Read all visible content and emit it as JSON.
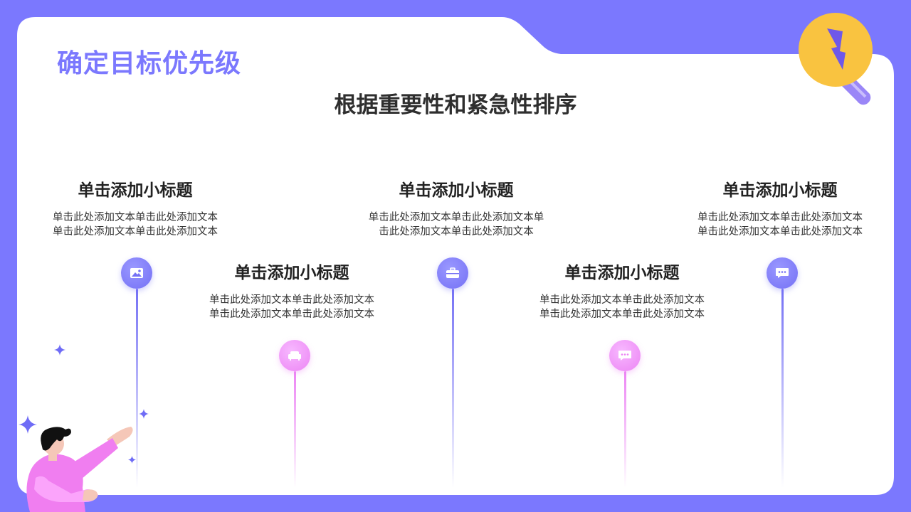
{
  "header": {
    "title": "确定目标优先级",
    "subtitle": "根据重要性和紧急性排序"
  },
  "items": [
    {
      "title": "单击添加小标题",
      "desc": "单击此处添加文本单击此处添加文本单击此处添加文本单击此处添加文本",
      "icon": "image-icon",
      "color": "#7470f5"
    },
    {
      "title": "单击添加小标题",
      "desc": "单击此处添加文本单击此处添加文本单击此处添加文本单击此处添加文本",
      "icon": "sofa-icon",
      "color": "#ec84f4"
    },
    {
      "title": "单击添加小标题",
      "desc": "单击此处添加文本单击此处添加文本单击此处添加文本单击此处添加文本",
      "icon": "briefcase-icon",
      "color": "#7470f5"
    },
    {
      "title": "单击添加小标题",
      "desc": "单击此处添加文本单击此处添加文本单击此处添加文本单击此处添加文本",
      "icon": "chat-icon",
      "color": "#ec84f4"
    },
    {
      "title": "单击添加小标题",
      "desc": "单击此处添加文本单击此处添加文本单击此处添加文本单击此处添加文本",
      "icon": "chat-icon",
      "color": "#7470f5"
    }
  ],
  "colors": {
    "background": "#7b78fe",
    "card": "#ffffff",
    "accent_purple": "#7470f5",
    "accent_pink": "#ec84f4",
    "bulb_yellow": "#f9c340"
  }
}
